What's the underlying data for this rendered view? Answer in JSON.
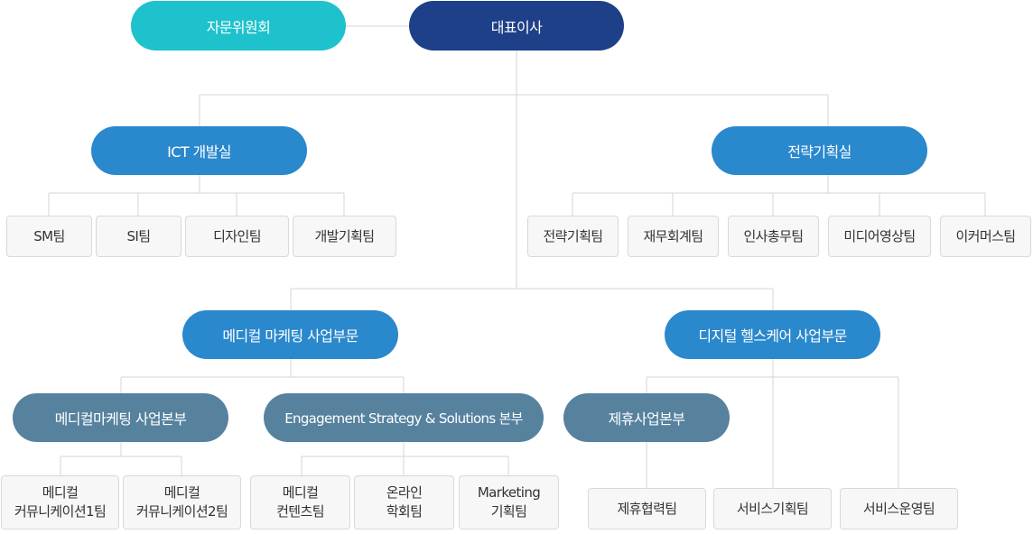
{
  "colors": {
    "advisory": "#1ec2cc",
    "ceo": "#1e4088",
    "division": "#2a88cd",
    "subdivision": "#56829e",
    "team_bg": "#f7f7f7",
    "team_border": "#d9d9d9",
    "line": "#d4d4d4"
  },
  "advisory": {
    "label": "자문위원회"
  },
  "ceo": {
    "label": "대표이사"
  },
  "ict": {
    "label": "ICT 개발실",
    "teams": [
      {
        "label": "SM팀"
      },
      {
        "label": "SI팀"
      },
      {
        "label": "디자인팀"
      },
      {
        "label": "개발기획팀"
      }
    ]
  },
  "strategy": {
    "label": "전략기획실",
    "teams": [
      {
        "label": "전략기획팀"
      },
      {
        "label": "재무회계팀"
      },
      {
        "label": "인사총무팀"
      },
      {
        "label": "미디어영상팀"
      },
      {
        "label": "이커머스팀"
      }
    ]
  },
  "medical": {
    "label": "메디컬 마케팅 사업부문",
    "sub1": {
      "label": "메디컬마케팅 사업본부",
      "teams": [
        {
          "line1": "메디컬",
          "line2": "커뮤니케이션1팀"
        },
        {
          "line1": "메디컬",
          "line2": "커뮤니케이션2팀"
        }
      ]
    },
    "sub2": {
      "label": "Engagement Strategy & Solutions 본부",
      "teams": [
        {
          "line1": "메디컬",
          "line2": "컨텐츠팀"
        },
        {
          "line1": "온라인",
          "line2": "학회팀"
        },
        {
          "line1": "Marketing",
          "line2": "기획팀"
        }
      ]
    }
  },
  "digital": {
    "label": "디지털 헬스케어 사업부문",
    "sub1": {
      "label": "제휴사업본부",
      "teams": [
        {
          "label": "제휴협력팀"
        }
      ]
    },
    "teams": [
      {
        "label": "서비스기획팀"
      },
      {
        "label": "서비스운영팀"
      }
    ]
  }
}
